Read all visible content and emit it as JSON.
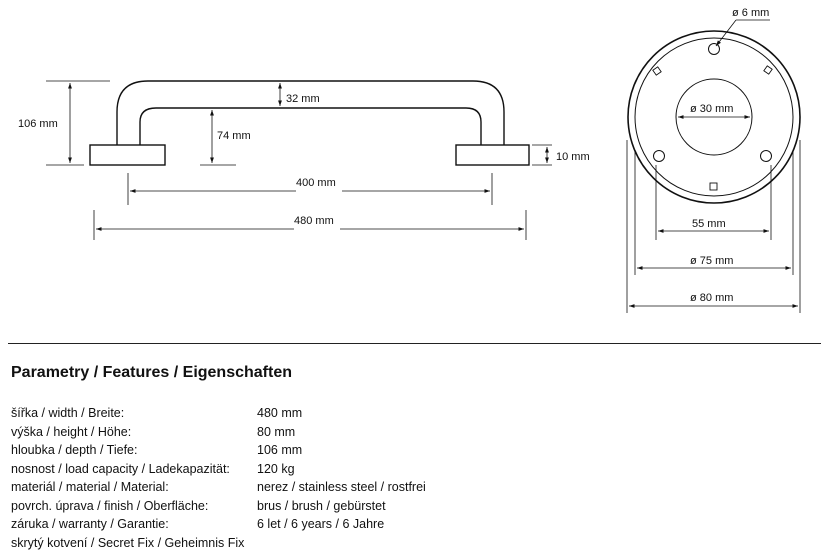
{
  "drawing": {
    "side_view": {
      "total_height": "106 mm",
      "tube_diameter": "32 mm",
      "inner_height": "74 mm",
      "base_thickness": "10 mm",
      "inner_length": "400 mm",
      "total_length": "480 mm"
    },
    "flange_view": {
      "hole_diameter": "ø 6 mm",
      "center_diameter": "ø 30 mm",
      "hole_spacing": "55 mm",
      "inner_diameter": "ø 75 mm",
      "outer_diameter": "ø 80 mm"
    }
  },
  "specs": {
    "title": "Parametry / Features / Eigenschaften",
    "rows": [
      {
        "label": "šířka / width / Breite:",
        "value": "480 mm"
      },
      {
        "label": "výška / height / Höhe:",
        "value": "80 mm"
      },
      {
        "label": "hloubka / depth / Tiefe:",
        "value": "106 mm"
      },
      {
        "label": "nosnost / load capacity / Ladekapazität:",
        "value": "120 kg"
      },
      {
        "label": "materiál / material / Material:",
        "value": "nerez / stainless steel / rostfrei"
      },
      {
        "label": "povrch. úprava / finish / Oberfläche:",
        "value": "brus / brush / gebürstet"
      },
      {
        "label": "záruka / warranty / Garantie:",
        "value": "6 let / 6 years / 6 Jahre"
      },
      {
        "label": "skrytý kotvení / Secret Fix / Geheimnis Fix",
        "value": ""
      }
    ]
  }
}
